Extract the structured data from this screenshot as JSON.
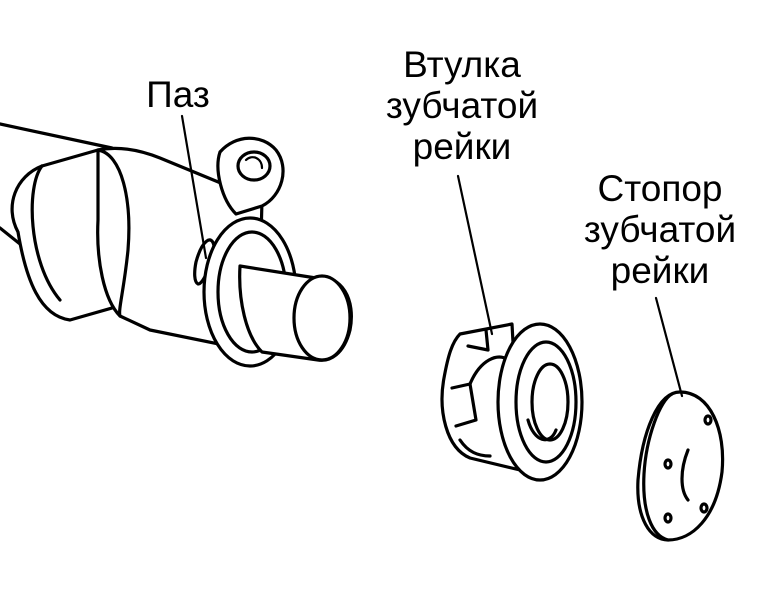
{
  "labels": {
    "groove": "Паз",
    "bushing": [
      "Втулка",
      "зубчатой",
      "рейки"
    ],
    "stopper": [
      "Стопор",
      "зубчатой",
      "рейки"
    ]
  },
  "colors": {
    "ink": "#000000",
    "paper": "#ffffff"
  }
}
